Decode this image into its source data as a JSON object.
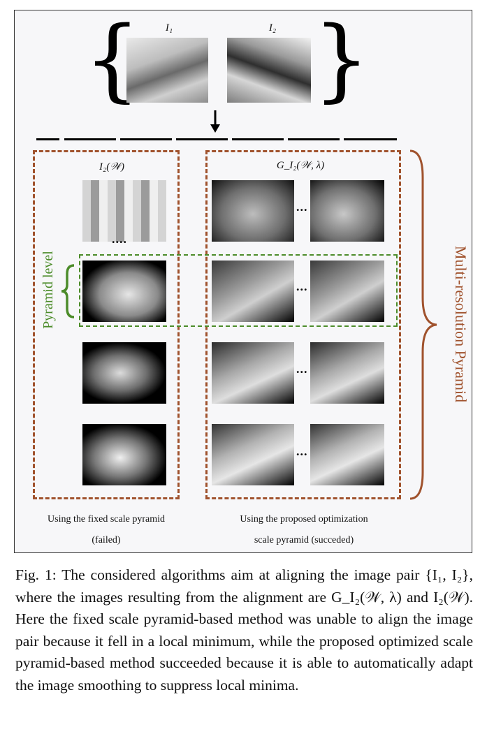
{
  "figure": {
    "top_labels": {
      "i1": "I₁",
      "i2": "I₂"
    },
    "left_column_label": "I₂(𝒲)",
    "right_column_label": "G_I₂(𝒲, λ)",
    "pyramid_level_label": "Pyramid level",
    "multi_resolution_label": "Multi-resolution Pyramid",
    "ellipsis": "...",
    "ellipsis_short": "....",
    "left_caption_line1": "Using the fixed scale pyramid",
    "left_caption_line2": "(failed)",
    "right_caption_line1": "Using the proposed optimization",
    "right_caption_line2": "scale pyramid (succeded)"
  },
  "caption": {
    "text": "Fig. 1: The considered algorithms aim at aligning the image pair {I₁, I₂}, where the images resulting from the alignment are G_I₂(𝒲, λ) and I₂(𝒲). Here the fixed scale pyramid-based method was unable to align the image pair because it fell in a local minimum, while the proposed optimized scale pyramid-based method succeeded because it is able to automatically adapt the image smoothing to suppress local minima."
  },
  "colors": {
    "brown": "#a0522d",
    "green": "#4c8c2a"
  }
}
